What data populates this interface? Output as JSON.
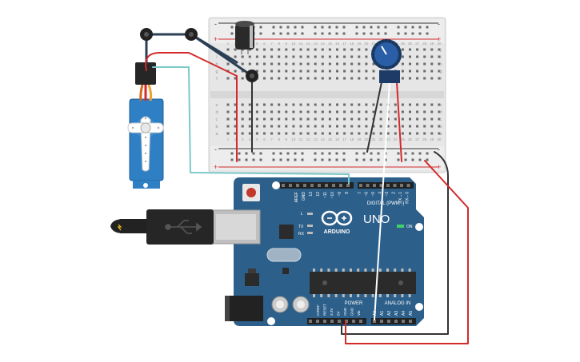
{
  "breadboard": {
    "top_rows": [
      "j",
      "i",
      "h",
      "g",
      "f"
    ],
    "bottom_rows": [
      "e",
      "d",
      "c",
      "b",
      "a"
    ],
    "column_numbers": [
      "1",
      "2",
      "3",
      "4",
      "5",
      "6",
      "7",
      "8",
      "9",
      "10",
      "11",
      "12",
      "13",
      "14",
      "15",
      "16",
      "17",
      "18",
      "19",
      "20",
      "21",
      "22",
      "23",
      "24",
      "25",
      "26",
      "27",
      "28",
      "29",
      "30"
    ],
    "rail_plus": "+",
    "rail_minus": "-"
  },
  "arduino": {
    "brand": "ARDUINO",
    "model": "UNO",
    "digital_label": "DIGITAL (PWM~)",
    "power_label": "POWER",
    "analog_label": "ANALOG IN",
    "on_label": "ON",
    "l_label": "L",
    "tx_label": "TX",
    "rx_label": "RX",
    "aref_label": "AREF",
    "gnd_label": "GND",
    "digital_pins": [
      "13",
      "12",
      "~11",
      "~10",
      "~9",
      "8",
      "7",
      "~6",
      "~5",
      "4",
      "~3",
      "2",
      "TX→1",
      "RX←0"
    ],
    "power_pins": [
      "IOREF",
      "RESET",
      "3.3V",
      "5V",
      "GND",
      "GND",
      "Vin"
    ],
    "analog_pins": [
      "A0",
      "A1",
      "A2",
      "A3",
      "A4",
      "A5"
    ]
  },
  "colors": {
    "board": "#2c5f8a",
    "breadboard": "#e4e4e4",
    "wire_red": "#d42a2a",
    "wire_black": "#333333",
    "wire_teal": "#7cc9c9",
    "wire_white": "#ffffff",
    "wire_navy": "#2b3f55",
    "servo": "#2f7fc4",
    "pot": "#2a5ea6"
  }
}
